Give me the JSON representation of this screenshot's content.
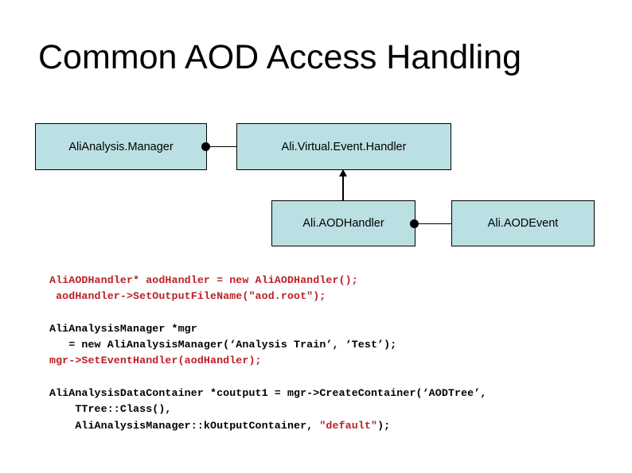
{
  "slide": {
    "title": "Common AOD Access Handling",
    "background_color": "#ffffff"
  },
  "diagram": {
    "box_fill_color": "#bbe0e3",
    "box_border_color": "#000000",
    "boxes": [
      {
        "id": "analysis-manager",
        "label": "AliAnalysis.Manager"
      },
      {
        "id": "virtual-handler",
        "label": "Ali.Virtual.Event.Handler"
      },
      {
        "id": "aod-handler",
        "label": "Ali.AODHandler"
      },
      {
        "id": "aod-event",
        "label": "Ali.AODEvent"
      }
    ],
    "connectors": [
      {
        "id": "manager-to-virtual-handler",
        "type": "association",
        "from": "analysis-manager",
        "to": "virtual-handler",
        "marker": "filled-circle"
      },
      {
        "id": "aod-handler-to-aod-event",
        "type": "association",
        "from": "aod-handler",
        "to": "aod-event",
        "marker": "filled-circle"
      },
      {
        "id": "aod-handler-to-virtual-handler",
        "type": "inheritance",
        "from": "aod-handler",
        "to": "virtual-handler",
        "marker": "arrowhead-up"
      }
    ]
  },
  "code": {
    "red_color": "#bb2026",
    "black_color": "#000000",
    "lines": [
      {
        "text": "AliAODHandler* aodHandler = new AliAODHandler();",
        "color": "red"
      },
      {
        "text": " aodHandler->SetOutputFileName(\"aod.root\");",
        "color": "red"
      },
      {
        "text": "",
        "color": "black"
      },
      {
        "text": "AliAnalysisManager *mgr",
        "color": "black"
      },
      {
        "text": "   = new AliAnalysisManager(‘Analysis Train’, ‘Test’);",
        "color": "black"
      },
      {
        "text": "mgr->SetEventHandler(aodHandler);",
        "color": "red"
      },
      {
        "text": "",
        "color": "black"
      },
      {
        "text": "AliAnalysisDataContainer *coutput1 = mgr->CreateContainer(‘AODTree’,",
        "color": "black"
      },
      {
        "text": "    TTree::Class(),",
        "color": "black"
      },
      {
        "text": "    AliAnalysisManager::kOutputContainer, ",
        "color": "black",
        "spans": [
          {
            "text": "    AliAnalysisManager::kOutputContainer, ",
            "color": "black"
          },
          {
            "text": "\"default\"",
            "color": "red"
          },
          {
            "text": ");",
            "color": "black"
          }
        ]
      }
    ]
  }
}
